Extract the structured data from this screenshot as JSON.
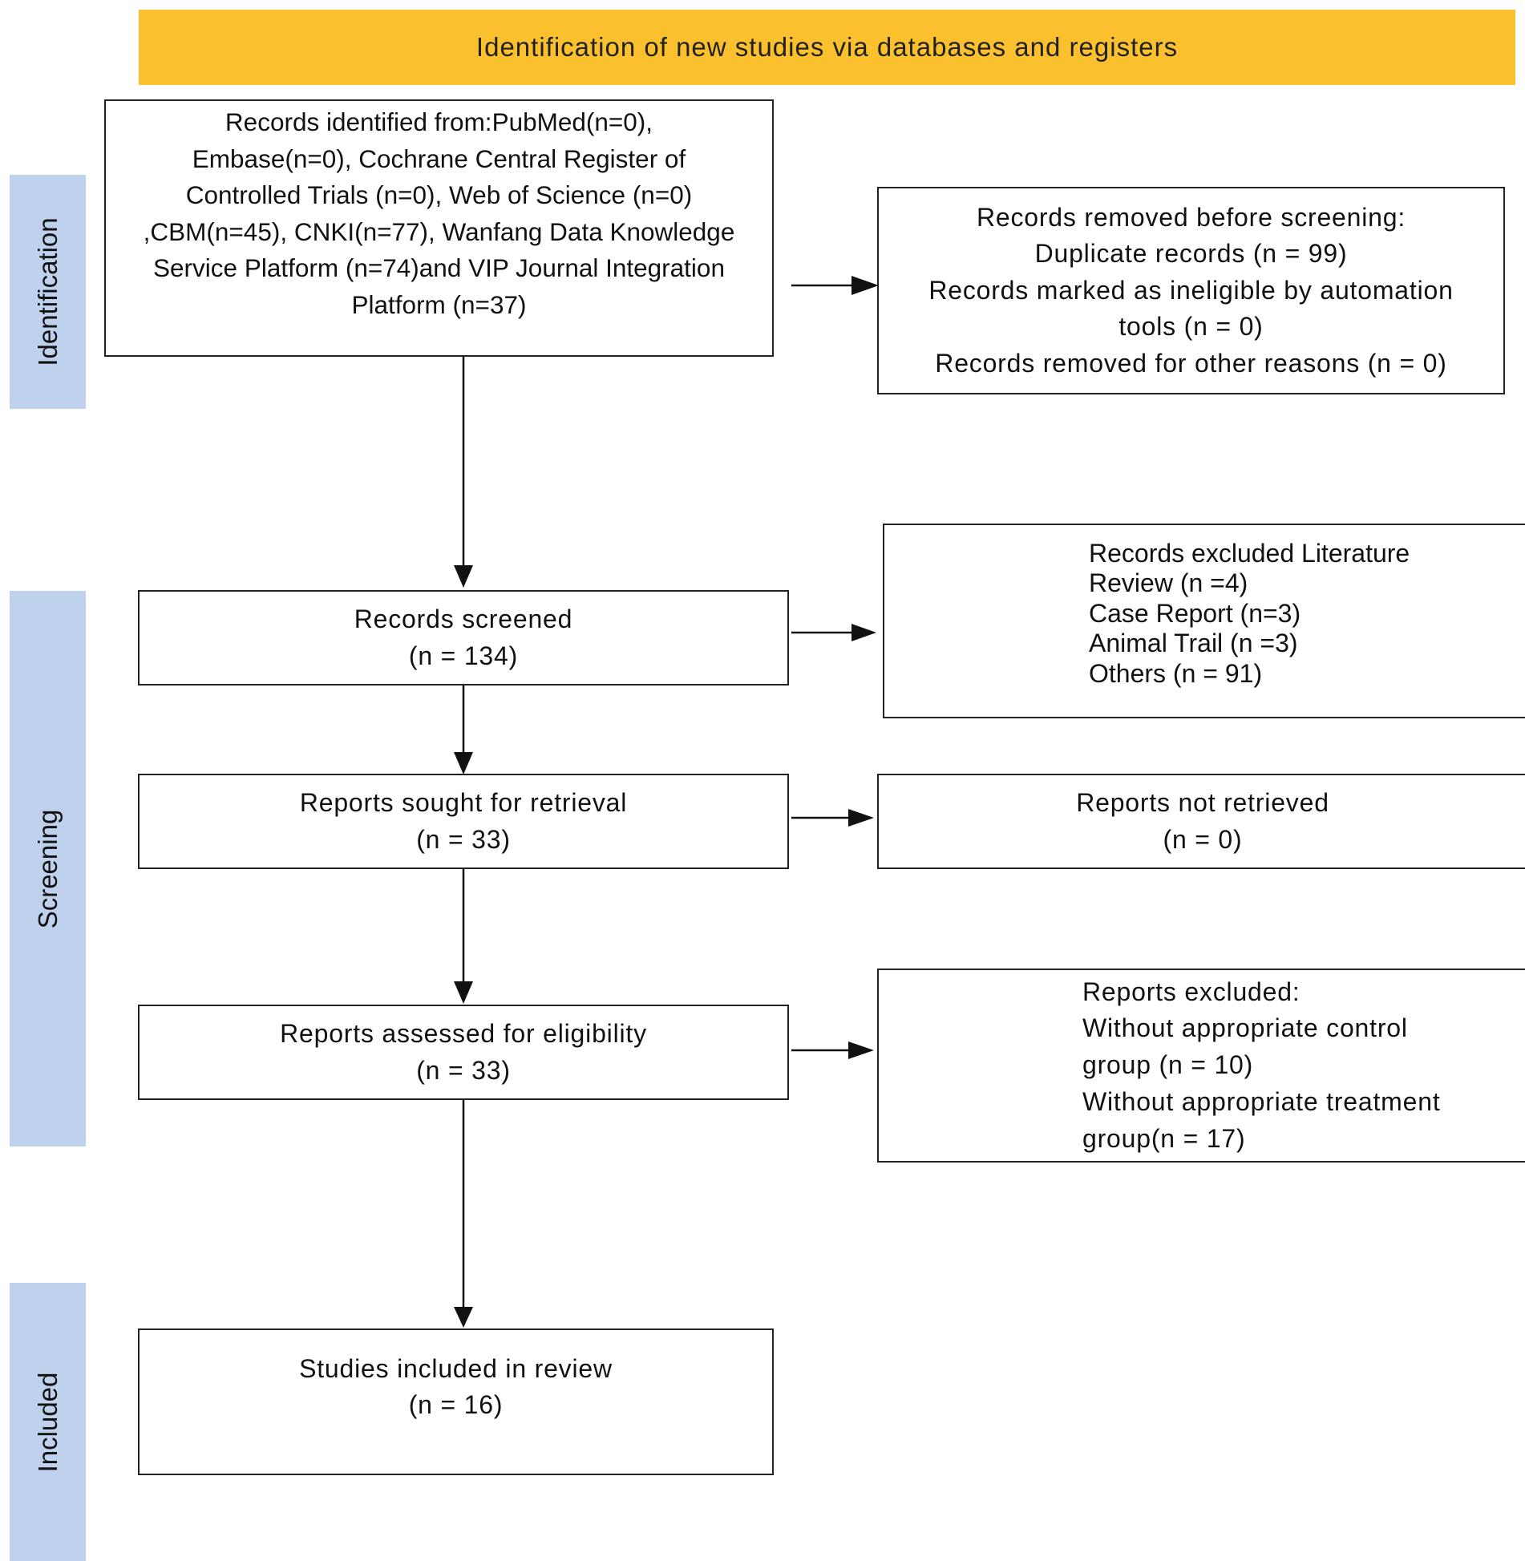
{
  "header": {
    "title": "Identification of new studies via databases and registers",
    "color": "#FBC02D"
  },
  "phases": {
    "identification": "Identification",
    "screening": "Screening",
    "included": "Included",
    "color": "#BED2EE"
  },
  "boxes": {
    "records_identified": {
      "lines": [
        "Records identified from:PubMed(n=0),",
        "Embase(n=0), Cochrane Central Register of",
        "Controlled Trials (n=0), Web of Science (n=0)",
        ",CBM(n=45), CNKI(n=77), Wanfang Data Knowledge",
        "Service Platform (n=74)and VIP Journal Integration",
        "Platform (n=37)"
      ]
    },
    "records_removed": {
      "lines": [
        "Records removed before screening:",
        "Duplicate records (n = 99)",
        "Records marked as ineligible by automation",
        "tools (n = 0)",
        "Records removed for other reasons (n = 0)"
      ]
    },
    "records_screened": {
      "lines": [
        "Records screened",
        "(n = 134)"
      ]
    },
    "records_excluded": {
      "lines": [
        "Records excluded Literature",
        "Review (n =4)",
        "Case Report (n=3)",
        "Animal Trail (n =3)",
        "Others (n = 91)"
      ]
    },
    "reports_sought": {
      "lines": [
        "Reports sought for retrieval",
        "(n = 33)"
      ]
    },
    "reports_not_retrieved": {
      "lines": [
        "Reports not retrieved",
        "(n = 0)"
      ]
    },
    "reports_assessed": {
      "lines": [
        "Reports assessed for eligibility",
        "(n = 33)"
      ]
    },
    "reports_excluded": {
      "lines": [
        "Reports excluded:",
        "Without appropriate control",
        "group (n = 10)",
        "Without appropriate treatment",
        "group(n = 17)"
      ]
    },
    "studies_included": {
      "lines": [
        "Studies included in review",
        "(n = 16)"
      ]
    }
  }
}
